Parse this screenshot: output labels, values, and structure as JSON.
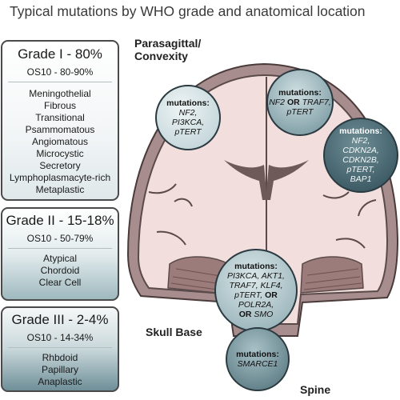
{
  "title": "Typical mutations by WHO grade and anatomical location",
  "grades": [
    {
      "header": "Grade I - 80%",
      "os": "OS10 - 80-90%",
      "subtypes": [
        "Meningothelial",
        "Fibrous",
        "Transitional",
        "Psammomatous",
        "Angiomatous",
        "Microcystic",
        "Secretory",
        "Lymphoplasmacyte-rich",
        "Metaplastic"
      ]
    },
    {
      "header": "Grade II - 15-18%",
      "os": "OS10 - 50-79%",
      "subtypes": [
        "Atypical",
        "Chordoid",
        "Clear Cell"
      ]
    },
    {
      "header": "Grade III - 2-4%",
      "os": "OS10 - 14-34%",
      "subtypes": [
        "Rhbdoid",
        "Papillary",
        "Anaplastic"
      ]
    }
  ],
  "locations": {
    "parasagittal_line1": "Parasagittal/",
    "parasagittal_line2": "Convexity",
    "skull_base": "Skull Base",
    "spine": "Spine"
  },
  "mutation_header": "mutations:",
  "or_word": "OR",
  "bubbles": {
    "left": [
      "NF2,",
      "PI3KCA,",
      "pTERT"
    ],
    "top": {
      "a": "NF2",
      "b": "TRAF7,",
      "c": "pTERT"
    },
    "right": [
      "NF2,",
      "CDKN2A,",
      "CDKN2B,",
      "pTERT,",
      "BAP1"
    ],
    "base": {
      "l1": "PI3KCA, AKT1,",
      "l2": "TRAF7, KLF4,",
      "l3": "pTERT,",
      "l4": "POLR2A,",
      "l5": "SMO"
    },
    "spine": "SMARCE1"
  },
  "colors": {
    "brain_fill": "#f1dedd",
    "brain_outline": "#5a4a4a",
    "skull": "#a78d8d",
    "ventricle": "#6e5a58",
    "cerebellum": "#9c7b7b"
  }
}
